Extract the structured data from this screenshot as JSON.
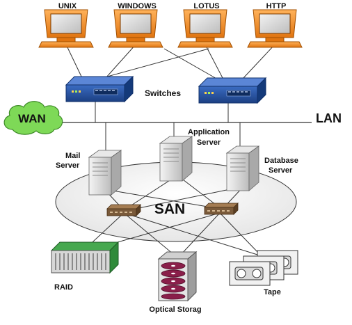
{
  "terminals": [
    "UNIX",
    "WINDOWS",
    "LOTUS",
    "HTTP"
  ],
  "labels": {
    "switches": "Switches",
    "lan": "LAN",
    "wan": "WAN",
    "mail_server": [
      "Mail",
      "Server"
    ],
    "application_server": [
      "Application",
      "Server"
    ],
    "database_server": [
      "Database",
      "Server"
    ],
    "san": "SAN",
    "raid": "RAID",
    "optical": "Optical Storag",
    "tape": "Tape"
  },
  "colors": {
    "monitor_body": "#f08a1e",
    "monitor_screen": "#d9d9d9",
    "switch_body": "#1f4f9c",
    "san_switch": "#7a5a3a",
    "raid_green": "#2f8a3a",
    "optical_disk": "#8a1f4a",
    "wan_cloud": "#7ed957",
    "line": "#333333"
  }
}
